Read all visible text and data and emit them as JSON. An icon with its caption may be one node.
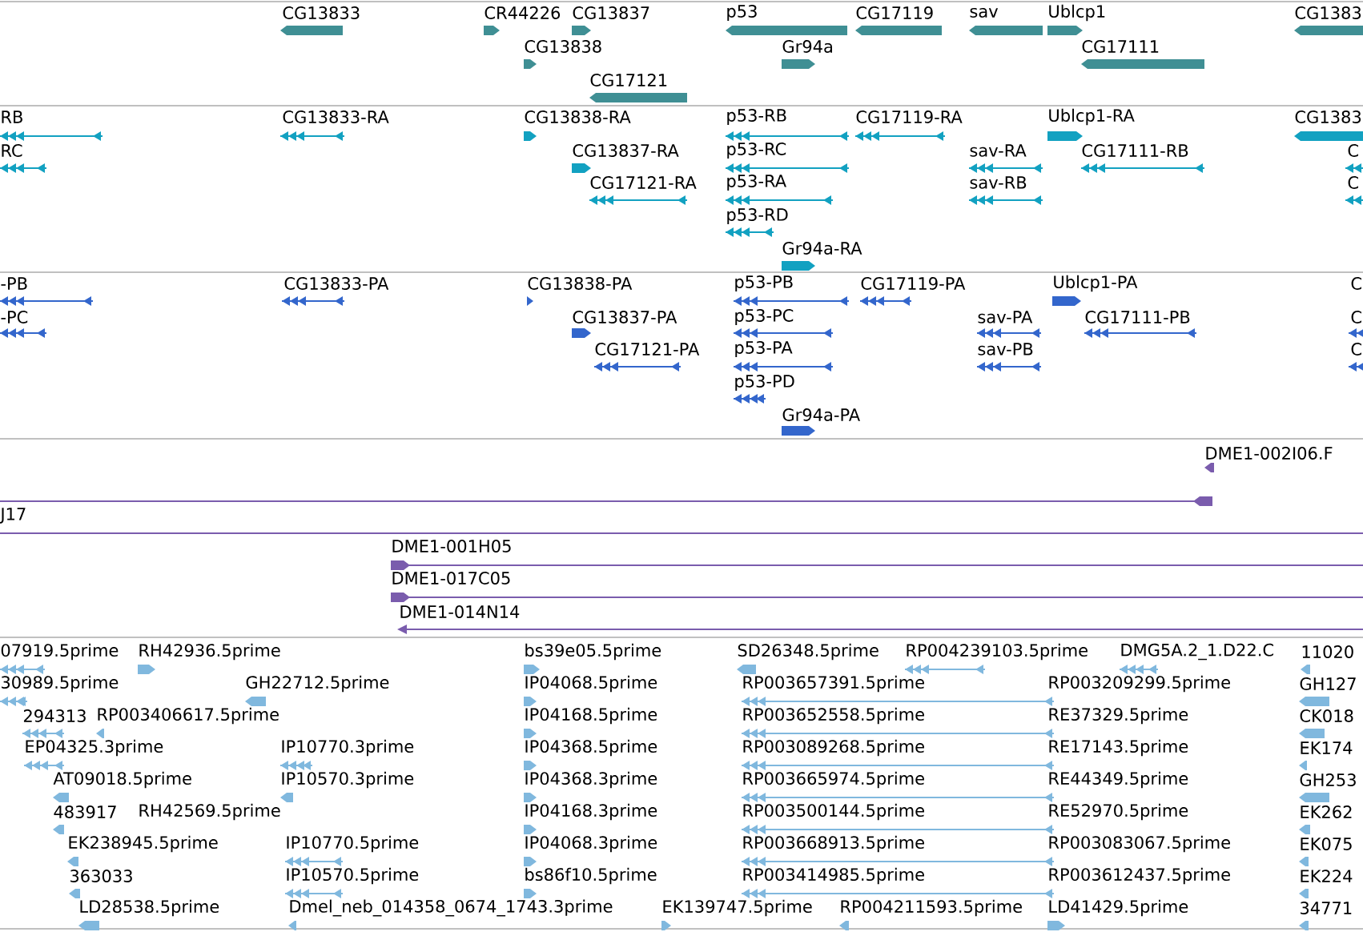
{
  "diagram": {
    "labels": [
      "CG13833",
      "CR44226",
      "CG13837",
      "p53",
      "CG17119",
      "sav",
      "Ublcp1",
      "CG1383",
      "CG13838",
      "Gr94a",
      "CG17111",
      "CG17121",
      "RB",
      "CG13833-RA",
      "CG13838-RA",
      "p53-RB",
      "CG17119-RA",
      "Ublcp1-RA",
      "CG1383",
      "RC",
      "CG13837-RA",
      "p53-RC",
      "sav-RA",
      "CG17111-RB",
      "C",
      "CG17121-RA",
      "p53-RA",
      "sav-RB",
      "C",
      "p53-RD",
      "Gr94a-RA",
      "-PB",
      "CG13833-PA",
      "CG13838-PA",
      "p53-PB",
      "CG17119-PA",
      "Ublcp1-PA",
      "C",
      "-PC",
      "CG13837-PA",
      "p53-PC",
      "sav-PA",
      "CG17111-PB",
      "C",
      "CG17121-PA",
      "p53-PA",
      "sav-PB",
      "C",
      "p53-PD",
      "Gr94a-PA",
      "DME1-002I06.F",
      "J17",
      "DME1-001H05",
      "DME1-017C05",
      "DME1-014N14",
      "07919.5prime",
      "RH42936.5prime",
      "bs39e05.5prime",
      "SD26348.5prime",
      "RP004239103.5prime",
      "DMG5A.2_1.D22.C",
      "11020",
      "30989.5prime",
      "GH22712.5prime",
      "IP04068.5prime",
      "RP003657391.5prime",
      "RP003209299.5prime",
      "GH127",
      "294313",
      "RP003406617.5prime",
      "IP04168.5prime",
      "RP003652558.5prime",
      "RE37329.5prime",
      "CK018",
      "EP04325.3prime",
      "IP10770.3prime",
      "IP04368.5prime",
      "RP003089268.5prime",
      "RE17143.5prime",
      "EK174",
      "AT09018.5prime",
      "IP10570.3prime",
      "IP04368.3prime",
      "RP003665974.5prime",
      "RE44349.5prime",
      "GH253",
      "483917",
      "RH42569.5prime",
      "IP04168.3prime",
      "RP003500144.5prime",
      "RE52970.5prime",
      "EK262",
      "EK238945.5prime",
      "IP10770.5prime",
      "IP04068.3prime",
      "RP003668913.5prime",
      "RP003083067.5prime",
      "EK075",
      "363033",
      "IP10570.5prime",
      "bs86f10.5prime",
      "RP003414985.5prime",
      "RP003612437.5prime",
      "EK224",
      "LD28538.5prime",
      "Dmel_neb_014358_0674_1743.3prime",
      "EK139747.5prime",
      "RP004211593.5prime",
      "LD41429.5prime",
      "34771"
    ]
  }
}
